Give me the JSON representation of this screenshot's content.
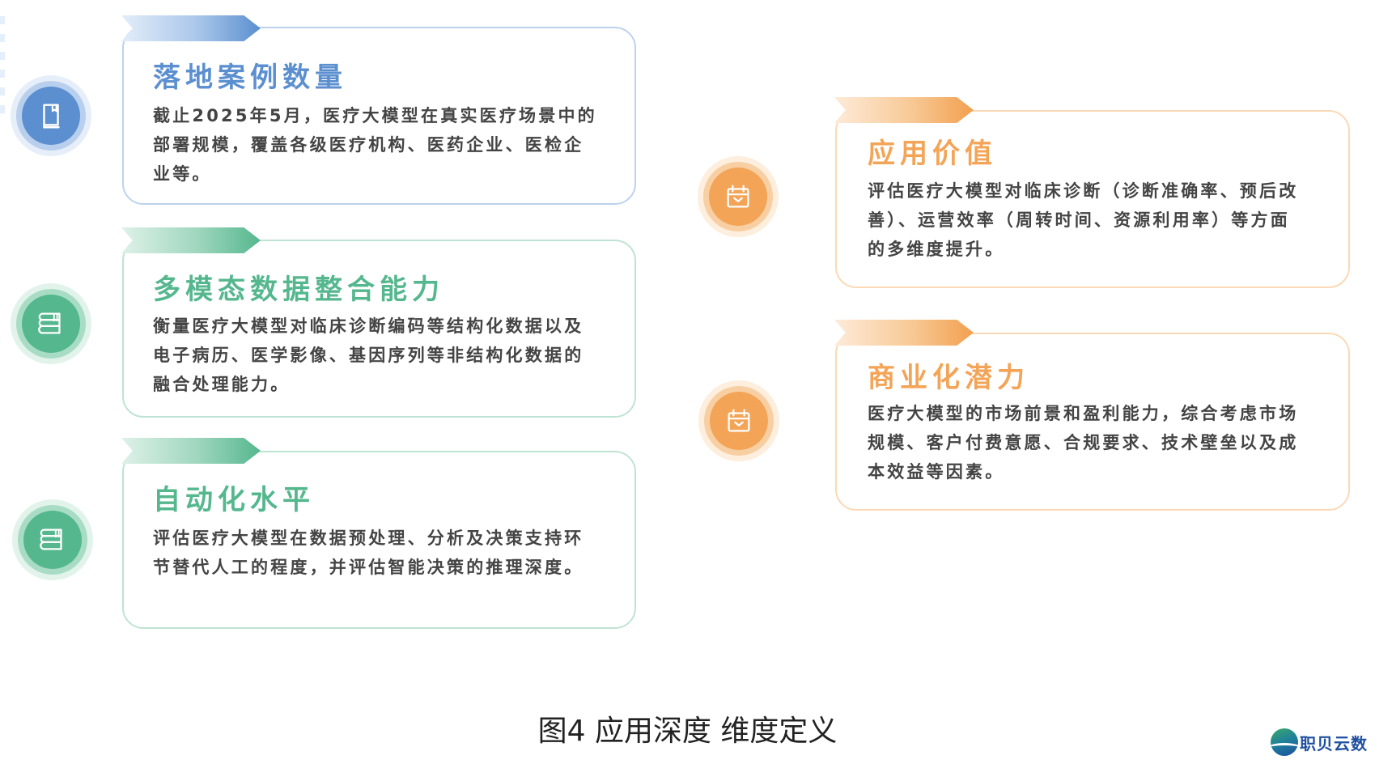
{
  "figure": {
    "caption": "图4 应用深度 维度定义",
    "logo_text": "职贝云数"
  },
  "colors": {
    "blue": "#5b8fd0",
    "green": "#55b78e",
    "orange": "#f3a457",
    "body_text": "#444444"
  },
  "left_column": [
    {
      "title": "落地案例数量",
      "icon": "book-icon",
      "color": "blue",
      "lines": [
        "截止2025年5月，医疗大模型在真实医疗场景中的",
        "部署规模，覆盖各级医疗机构、医药企业、医检企",
        "业等。"
      ]
    },
    {
      "title": "多模态数据整合能力",
      "icon": "books-stack-icon",
      "color": "green",
      "lines": [
        "衡量医疗大模型对临床诊断编码等结构化数据以及",
        "电子病历、医学影像、基因序列等非结构化数据的",
        "融合处理能力。"
      ]
    },
    {
      "title": "自动化水平",
      "icon": "books-stack-icon",
      "color": "green",
      "lines": [
        "评估医疗大模型在数据预处理、分析及决策支持环",
        "节替代人工的程度，并评估智能决策的推理深度。"
      ]
    }
  ],
  "right_column": [
    {
      "title": "应用价值",
      "icon": "calendar-icon",
      "color": "orange",
      "lines": [
        "评估医疗大模型对临床诊断（诊断准确率、预后改",
        "善）、运营效率（周转时间、资源利用率）等方面",
        "的多维度提升。"
      ]
    },
    {
      "title": "商业化潜力",
      "icon": "calendar-icon",
      "color": "orange",
      "lines": [
        "医疗大模型的市场前景和盈利能力，综合考虑市场",
        "规模、客户付费意愿、合规要求、技术壁垒以及成",
        "本效益等因素。"
      ]
    }
  ]
}
